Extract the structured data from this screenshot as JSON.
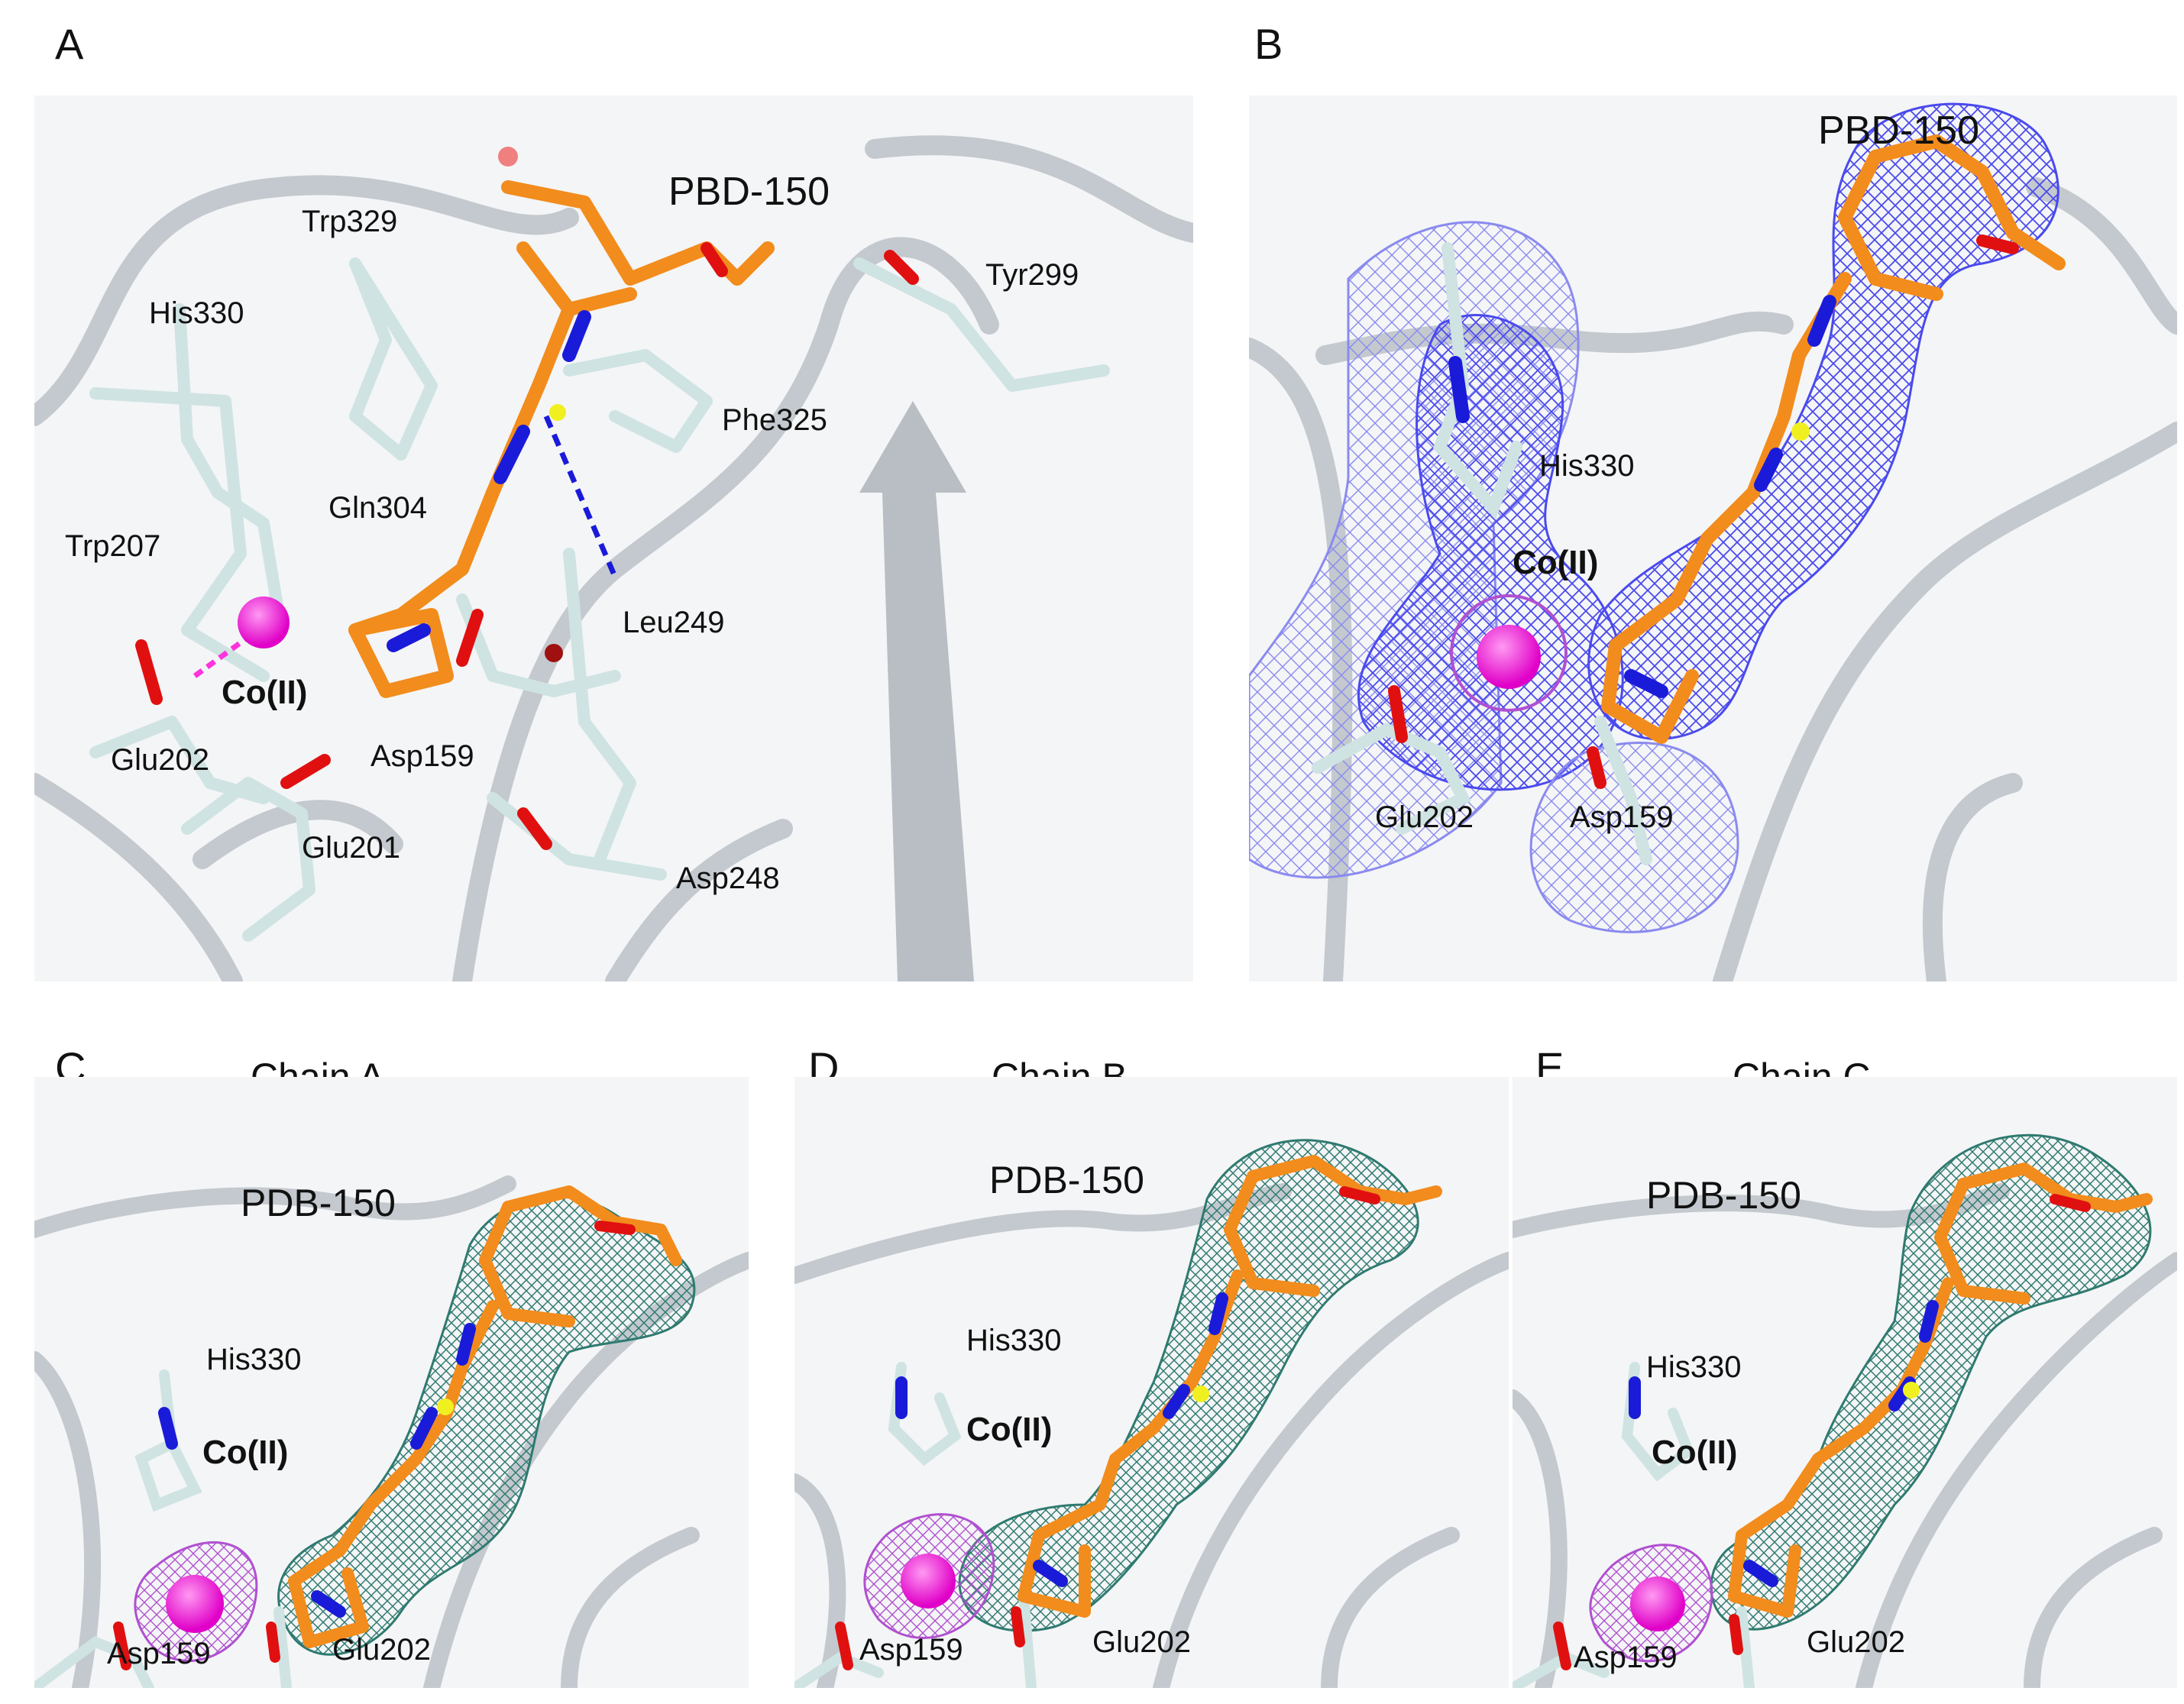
{
  "panels": {
    "A": {
      "letter": "A",
      "ligand": "PBD-150",
      "metal": "Co(II)",
      "residues": [
        "Trp329",
        "His330",
        "Tyr299",
        "Phe325",
        "Gln304",
        "Trp207",
        "Leu249",
        "Glu202",
        "Asp159",
        "Glu201",
        "Asp248"
      ]
    },
    "B": {
      "letter": "B",
      "ligand": "PBD-150",
      "metal": "Co(II)",
      "residues": [
        "His330",
        "Glu202",
        "Asp159"
      ]
    },
    "C": {
      "letter": "C",
      "chain": "Chain A",
      "ligand": "PDB-150",
      "metal": "Co(II)",
      "residues": [
        "His330",
        "Asp159",
        "Glu202"
      ]
    },
    "D": {
      "letter": "D",
      "chain": "Chain B",
      "ligand": "PDB-150",
      "metal": "Co(II)",
      "residues": [
        "His330",
        "Asp159",
        "Glu202"
      ]
    },
    "E": {
      "letter": "E",
      "chain": "Chain C",
      "ligand": "PDB-150",
      "metal": "Co(II)",
      "residues": [
        "His330",
        "Asp159",
        "Glu202"
      ]
    }
  },
  "colors": {
    "ligand_carbon": "#f28c1c",
    "nitrogen": "#1a1ad9",
    "oxygen": "#e01010",
    "sulfur": "#f0f020",
    "metal": "#ff33dd",
    "residue_carbon": "#cfe3e3",
    "backbone": "#c8cdd2",
    "mesh_blue": "#4a4aee",
    "mesh_teal": "#2f7a70",
    "mesh_magenta": "#b050d0"
  }
}
